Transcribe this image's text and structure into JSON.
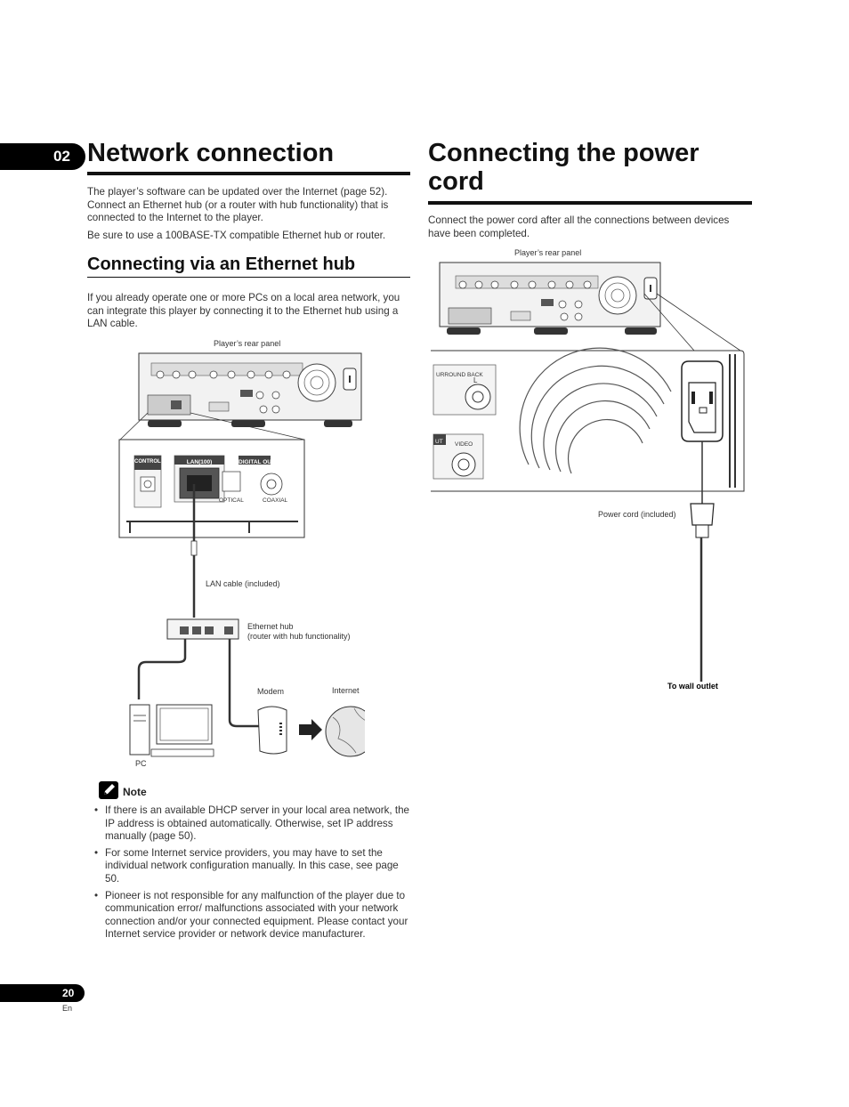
{
  "chapter": "02",
  "left": {
    "title": "Network connection",
    "intro": [
      "The player’s software can be updated over the Internet (page 52). Connect an Ethernet hub (or a router with hub functionality) that is connected to the Internet to the player.",
      "Be sure to use a 100BASE-TX compatible Ethernet hub or router."
    ],
    "subtitle": "Connecting via an Ethernet hub",
    "sub_intro": "If you already operate one or more PCs on a local area network, you can integrate this player by connecting it to the Ethernet hub using a LAN cable.",
    "diagram": {
      "rear_panel_label": "Player’s rear panel",
      "control_in": "CONTROL IN",
      "lan": "LAN(100)",
      "digital_out": "DIGITAL OUT",
      "optical": "OPTICAL",
      "coaxial": "COAXIAL",
      "lan_cable": "LAN cable (included)",
      "hub_line1": "Ethernet hub",
      "hub_line2": "(router with hub functionality)",
      "modem": "Modem",
      "internet": "Internet",
      "pc": "PC"
    },
    "note_title": "Note",
    "notes": [
      "If there is an available DHCP server in your local area network, the IP address is obtained automatically. Otherwise, set IP address manually (page 50).",
      "For some Internet service providers, you may have to set the individual network configuration manually. In this case, see page 50.",
      "Pioneer is not responsible for any malfunction of the player due to communication error/ malfunctions associated with your network connection and/or your connected equipment. Please contact your Internet service provider or network device manufacturer."
    ]
  },
  "right": {
    "title_line1": "Connecting the power",
    "title_line2": "cord",
    "intro": "Connect the power cord after all the connections between devices have been completed.",
    "diagram": {
      "rear_panel_label": "Player’s rear panel",
      "surround_back": "URROUND BACK",
      "surround_l": "L",
      "out": "UT",
      "video": "VIDEO",
      "power_cord": "Power cord (included)",
      "wall_outlet": "To wall outlet"
    }
  },
  "footer": {
    "page": "20",
    "lang": "En"
  }
}
